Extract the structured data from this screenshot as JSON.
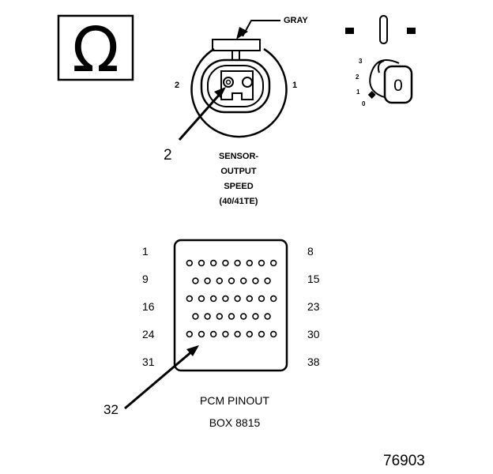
{
  "ohm_symbol": "Ω",
  "connector": {
    "wire_color_label": "GRAY",
    "pin_left": "2",
    "pin_right": "1",
    "callout_pin": "2",
    "title_lines": [
      "SENSOR-",
      "OUTPUT",
      "SPEED",
      "(40/41TE)"
    ]
  },
  "ignition_key": {
    "positions": [
      "3",
      "2",
      "1",
      "0"
    ],
    "key_label": "0"
  },
  "pcm": {
    "row_labels_left": [
      "1",
      "9",
      "16",
      "24",
      "31"
    ],
    "row_labels_right": [
      "8",
      "15",
      "23",
      "30",
      "38"
    ],
    "pins_per_row": [
      8,
      7,
      8,
      7,
      8
    ],
    "callout_pin": "32",
    "title_lines": [
      "PCM PINOUT",
      "BOX 8815"
    ]
  },
  "figure_number": "76903",
  "colors": {
    "line": "#000000",
    "background": "#ffffff"
  }
}
